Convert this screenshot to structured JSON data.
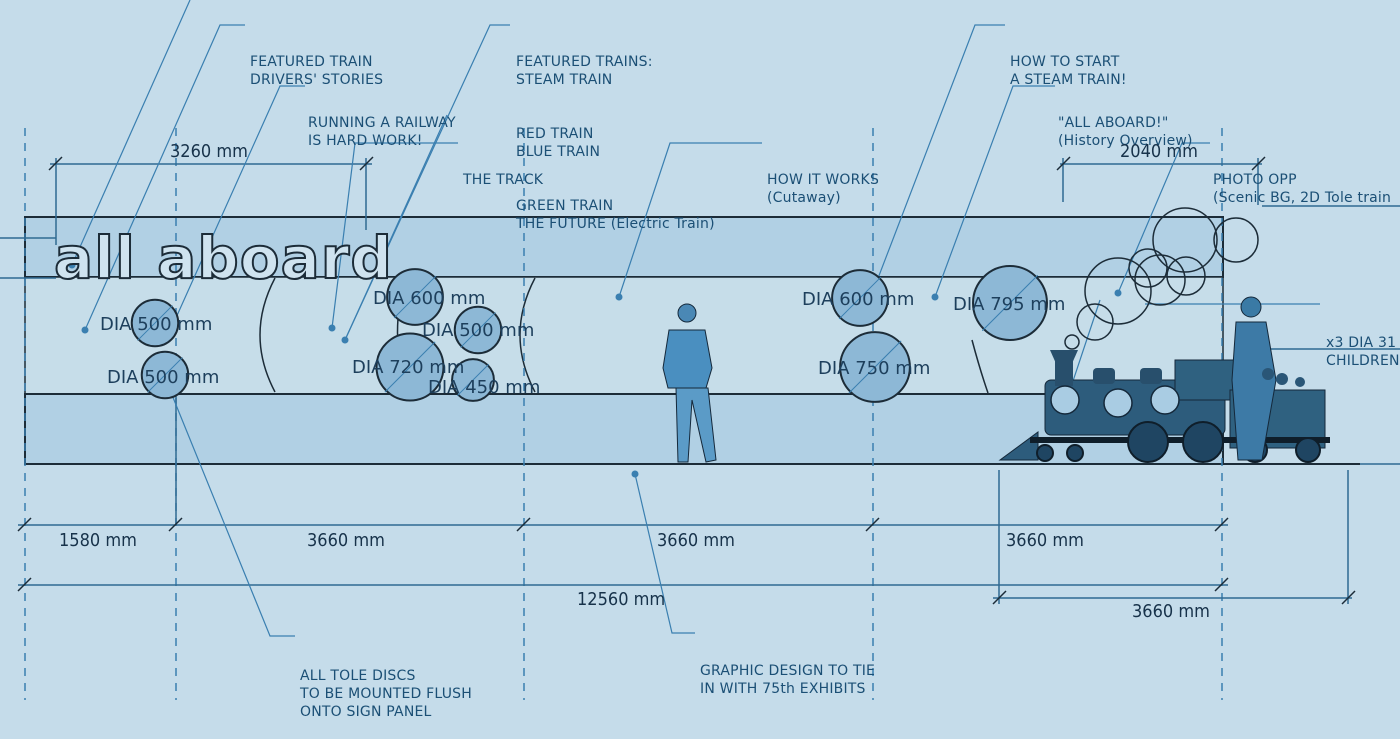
{
  "diagram": {
    "title": "all aboard",
    "colors": {
      "background": "#c5dcea",
      "panel_band": "#b1d0e4",
      "panel_middle": "#c6dde9",
      "disc_fill": "#8db8d6",
      "leader_line": "#3a7fb0",
      "outline": "#1c2c38",
      "text": "#1b4f75"
    },
    "callouts": [
      {
        "id": "drivers",
        "lines": [
          "FEATURED TRAIN",
          "DRIVERS' STORIES"
        ]
      },
      {
        "id": "railway",
        "lines": [
          "RUNNING A RAILWAY",
          "IS HARD WORK!"
        ]
      },
      {
        "id": "trains",
        "lines": [
          "FEATURED TRAINS:",
          "STEAM TRAIN",
          "RED TRAIN",
          "BLUE TRAIN",
          "GREEN TRAIN",
          "THE FUTURE (Electric Train)"
        ]
      },
      {
        "id": "track",
        "lines": [
          "THE TRACK"
        ]
      },
      {
        "id": "how",
        "lines": [
          "HOW IT WORKS",
          "(Cutaway)"
        ]
      },
      {
        "id": "steam",
        "lines": [
          "HOW TO START",
          "A STEAM TRAIN!"
        ]
      },
      {
        "id": "history",
        "lines": [
          "\"ALL ABOARD!\"",
          "(History Overview)"
        ]
      },
      {
        "id": "photo",
        "lines": [
          "PHOTO OPP",
          "(Scenic BG, 2D Tole train"
        ]
      },
      {
        "id": "children",
        "lines": [
          "x3 DIA 31",
          "CHILDREN"
        ]
      },
      {
        "id": "discs",
        "lines": [
          "ALL TOLE DISCS",
          "TO BE MOUNTED FLUSH",
          "ONTO SIGN PANEL"
        ]
      },
      {
        "id": "graphic",
        "lines": [
          "GRAPHIC DESIGN TO TIE",
          "IN WITH 75th EXHIBITS"
        ]
      }
    ],
    "discs": [
      {
        "label": "DIA 500 mm",
        "diameter_mm": 500
      },
      {
        "label": "DIA 500 mm",
        "diameter_mm": 500
      },
      {
        "label": "DIA 600 mm",
        "diameter_mm": 600
      },
      {
        "label": "DIA 500 mm",
        "diameter_mm": 500
      },
      {
        "label": "DIA 720 mm",
        "diameter_mm": 720
      },
      {
        "label": "DIA 450 mm",
        "diameter_mm": 450
      },
      {
        "label": "DIA 600 mm",
        "diameter_mm": 600
      },
      {
        "label": "DIA 750 mm",
        "diameter_mm": 750
      },
      {
        "label": "DIA 795 mm",
        "diameter_mm": 795
      }
    ],
    "dimensions": {
      "top_left": "3260 mm",
      "top_right": "2040 mm",
      "seg1": "1580 mm",
      "seg2": "3660 mm",
      "seg3": "3660 mm",
      "seg4": "3660 mm",
      "overall": "12560 mm",
      "photo_opp": "3660 mm"
    },
    "figures": [
      "adult-viewer",
      "steam-locomotive",
      "adult-with-children"
    ]
  }
}
